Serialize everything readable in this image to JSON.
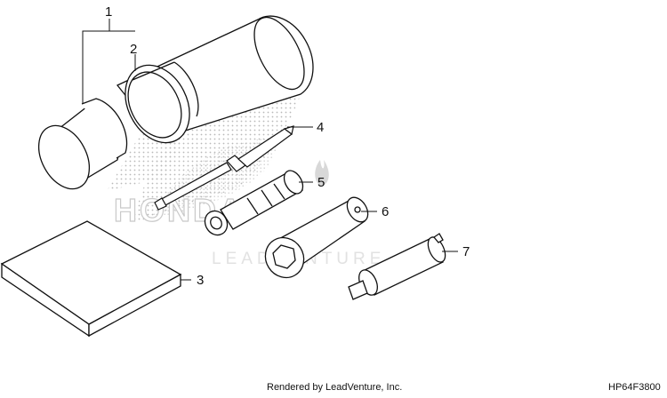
{
  "callouts": [
    "1",
    "2",
    "3",
    "4",
    "5",
    "6",
    "7"
  ],
  "watermark": {
    "brand": "HONDA",
    "sub": "LEADVENTURE"
  },
  "footer": {
    "rendered_by": "Rendered by LeadVenture, Inc.",
    "diagram_code": "HP64F3800"
  }
}
